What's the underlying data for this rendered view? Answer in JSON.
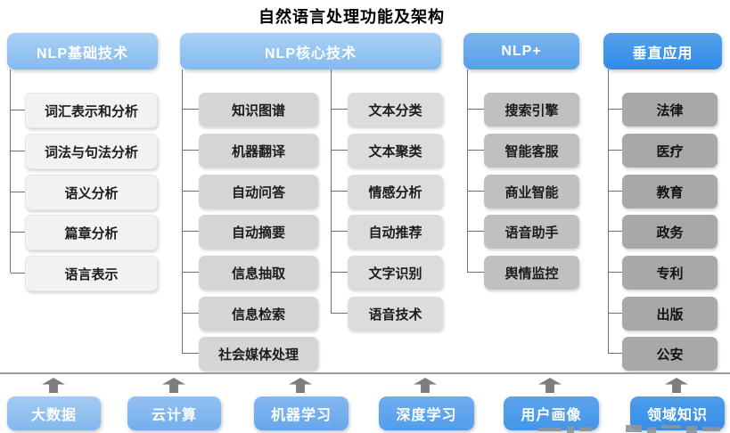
{
  "title": "自然语言处理功能及架构",
  "columns": {
    "basic": {
      "header": "NLP基础技术",
      "items": [
        "词汇表示和分析",
        "词法与句法分析",
        "语义分析",
        "篇章分析",
        "语言表示"
      ]
    },
    "core": {
      "header": "NLP核心技术",
      "items_left": [
        "知识图谱",
        "机器翻译",
        "自动问答",
        "自动摘要",
        "信息抽取",
        "信息检索",
        "社会媒体处理"
      ],
      "items_right": [
        "文本分类",
        "文本聚类",
        "情感分析",
        "自动推荐",
        "文字识别",
        "语音技术"
      ]
    },
    "plus": {
      "header": "NLP+",
      "items": [
        "搜索引擎",
        "智能客服",
        "商业智能",
        "语音助手",
        "舆情监控"
      ]
    },
    "vertical": {
      "header": "垂直应用",
      "items": [
        "法律",
        "医疗",
        "教育",
        "政务",
        "专利",
        "出版",
        "公安"
      ]
    }
  },
  "foundation": {
    "items": [
      "大数据",
      "云计算",
      "机器学习",
      "深度学习",
      "用户画像",
      "领域知识"
    ]
  },
  "colors": {
    "header_light_blue": "#84baee",
    "header_medium_blue": "#56a0ea",
    "header_dark_blue": "#2f8be8",
    "item_gray_light": "#f2f2f2",
    "item_gray_mid": "#d5d5d5",
    "item_gray_dark": "#c0c0c0",
    "item_gray_darkest": "#a8a8a8",
    "connector_gray": "#707070",
    "arrow_gray": "#7d7d7d"
  }
}
